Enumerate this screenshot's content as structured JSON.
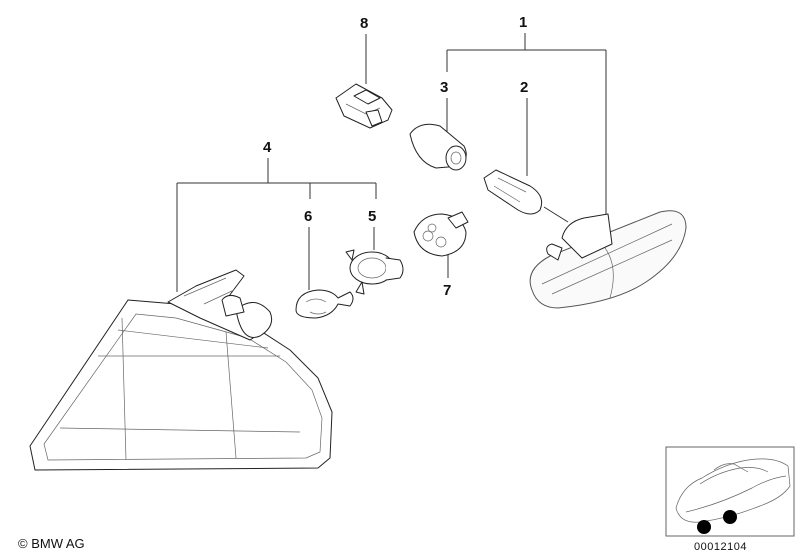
{
  "callouts": {
    "c1": "1",
    "c2": "2",
    "c3": "3",
    "c4": "4",
    "c5": "5",
    "c6": "6",
    "c7": "7",
    "c8": "8"
  },
  "footer": {
    "copyright": "© BMW AG",
    "reference_number": "00012104"
  },
  "icons": {
    "locator": "car-locator-icon"
  },
  "colors": {
    "ink": "#222222",
    "marker": "#000000"
  }
}
